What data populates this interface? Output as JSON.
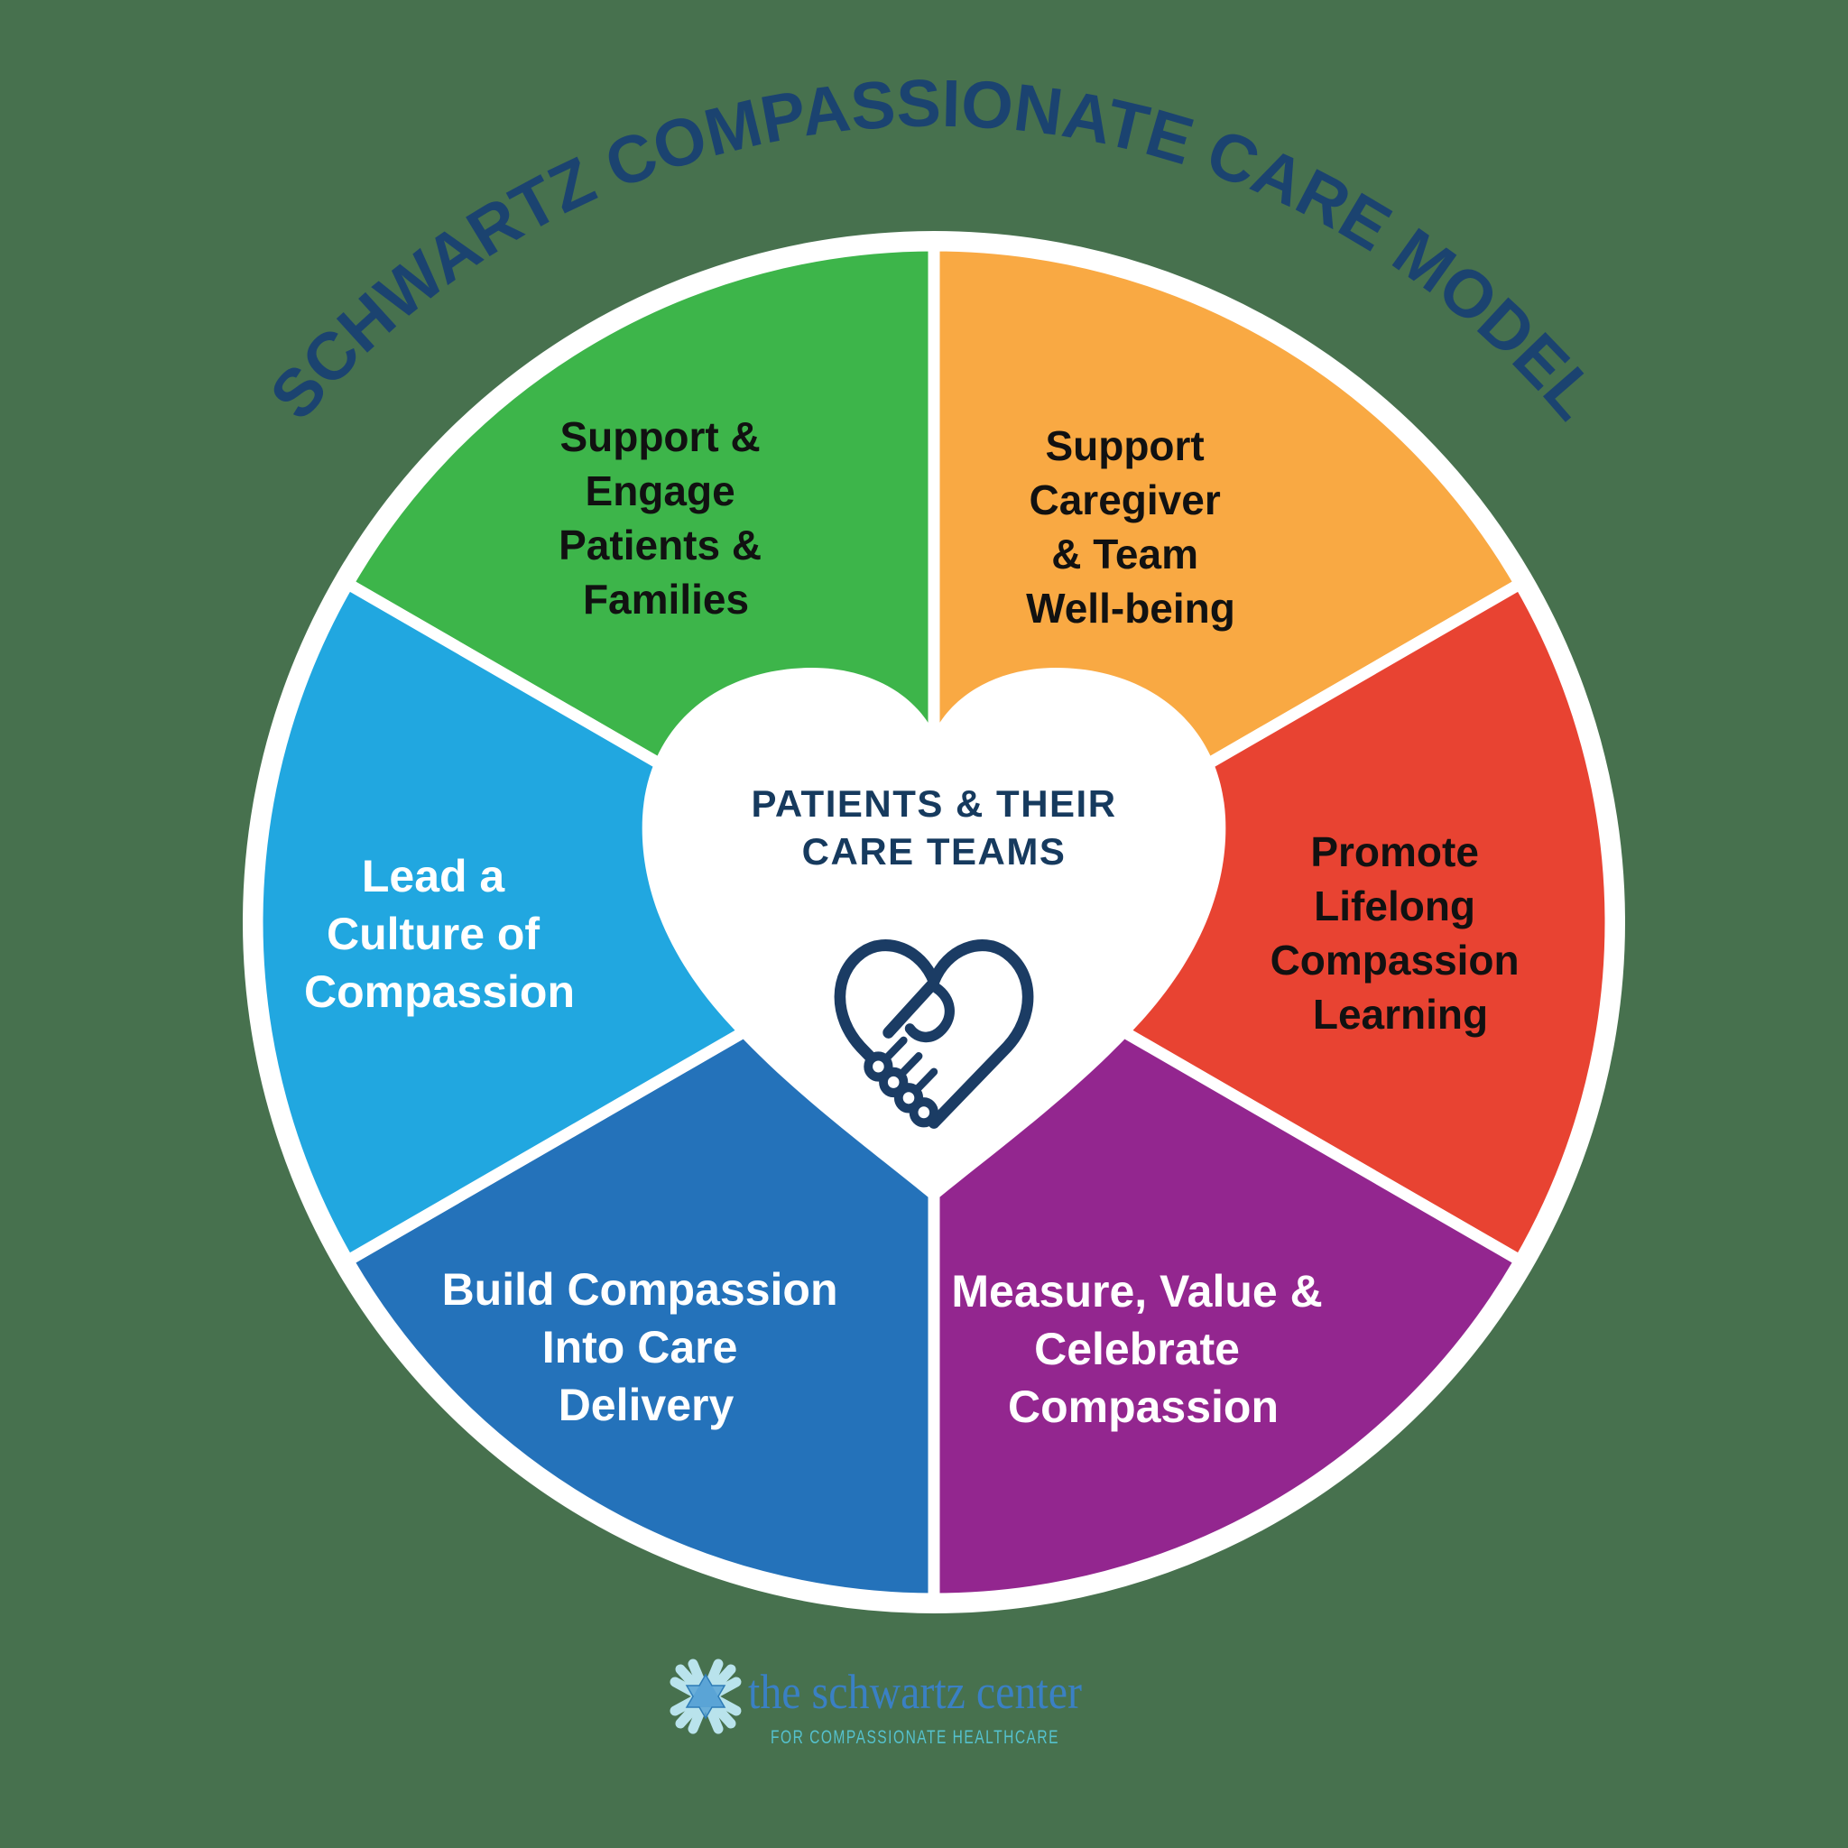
{
  "background_color": "#47714e",
  "title": {
    "text": "SCHWARTZ COMPASSIONATE CARE MODEL",
    "color": "#1b4370"
  },
  "wheel": {
    "ring_color": "#ffffff",
    "center_label": {
      "line1": "PATIENTS & THEIR",
      "line2": "CARE TEAMS",
      "color": "#163a5e"
    },
    "center_icon": "handshake-heart-icon",
    "center_icon_color": "#1b3c64",
    "segments": [
      {
        "id": "support-engage-patients-families",
        "color": "#3db54a",
        "text_color": "#111111",
        "lines": [
          "Support &",
          "Engage",
          "Patients &",
          "Families"
        ]
      },
      {
        "id": "support-caregiver-team-wellbeing",
        "color": "#f9a943",
        "text_color": "#111111",
        "lines": [
          "Support",
          "Caregiver",
          "& Team",
          "Well-being"
        ]
      },
      {
        "id": "promote-lifelong-compassion-learning",
        "color": "#e84332",
        "text_color": "#111111",
        "lines": [
          "Promote",
          "Lifelong",
          "Compassion",
          "Learning"
        ]
      },
      {
        "id": "measure-value-celebrate-compassion",
        "color": "#93268f",
        "text_color": "#ffffff",
        "lines": [
          "Measure, Value &",
          "Celebrate",
          "Compassion"
        ]
      },
      {
        "id": "build-compassion-into-care-delivery",
        "color": "#2472ba",
        "text_color": "#ffffff",
        "lines": [
          "Build Compassion",
          "Into Care",
          "Delivery"
        ]
      },
      {
        "id": "lead-a-culture-of-compassion",
        "color": "#21a7e0",
        "text_color": "#ffffff",
        "lines": [
          "Lead a",
          "Culture of",
          "Compassion"
        ]
      }
    ]
  },
  "footer_logo": {
    "icon": "hands-star-icon",
    "hands_color": "#b9e3ec",
    "star_color": "#5ba4d6",
    "star_outline_color": "#2e7cb7",
    "name": "the schwartz center",
    "name_color": "#3a80c4",
    "tagline": "FOR COMPASSIONATE HEALTHCARE",
    "tagline_color": "#55c1cd"
  }
}
